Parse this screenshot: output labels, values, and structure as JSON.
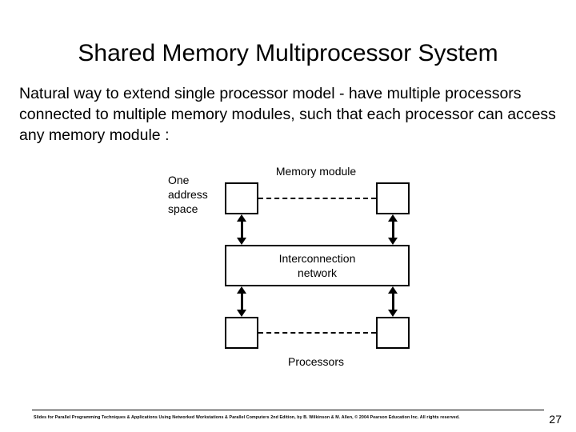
{
  "slide": {
    "title": "Shared Memory Multiprocessor System",
    "body": "Natural way to extend single processor model - have multiple processors connected to multiple memory modules, such that each processor can access any memory module :",
    "page_number": "27",
    "footer_credit": "Slides for Parallel Programming Techniques & Applications Using Networked Workstations & Parallel Computers 2nd Edition, by B. Wilkinson & M. Allen, © 2004 Pearson Education Inc. All rights reserved.",
    "colors": {
      "background": "#ffffff",
      "text": "#000000",
      "stroke": "#000000"
    }
  },
  "diagram": {
    "memory_module_label": "Memory module",
    "address_space_label": "One\naddress\nspace",
    "address_space_lines": [
      "One",
      "address",
      "space"
    ],
    "interconnect_label": "Interconnection\nnetwork",
    "interconnect_lines": [
      "Interconnection",
      "network"
    ],
    "processors_label": "Processors",
    "memory_boxes": [
      {
        "name": "memory-module-left",
        "label": ""
      },
      {
        "name": "memory-module-right",
        "label": ""
      }
    ],
    "processor_boxes": [
      {
        "name": "processor-left",
        "label": ""
      },
      {
        "name": "processor-right",
        "label": ""
      }
    ],
    "connectors": {
      "memory_ellipsis_style": "dashed",
      "processor_ellipsis_style": "dashed",
      "memory_to_network": "double-headed-arrow",
      "network_to_processor": "double-headed-arrow"
    }
  }
}
